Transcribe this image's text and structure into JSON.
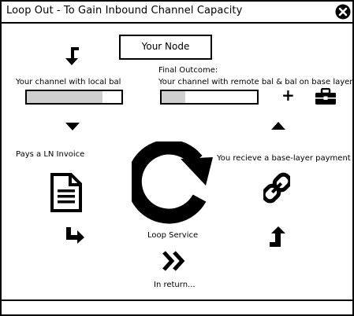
{
  "window": {
    "title": "Loop Out - To Gain Inbound Channel Capacity"
  },
  "node": {
    "label": "Your Node"
  },
  "left_channel": {
    "label": "Your channel with local bal",
    "fill_fraction": 0.8
  },
  "right_channel": {
    "outcome_label": "Final Outcome:",
    "label": "Your channel with remote bal & bal on base layer",
    "fill_fraction": 0.25,
    "plus": "+"
  },
  "steps": {
    "pays_invoice": "Pays a LN Invoice",
    "receive_payment": "You recieve a base-layer payment",
    "loop_service": "Loop Service",
    "in_return": "In return..."
  },
  "icons": {
    "close": "close-icon",
    "down_turn_arrow": "down-turn-arrow-icon",
    "down_triangle": "caret-down-icon",
    "up_triangle": "caret-up-icon",
    "document": "document-icon",
    "link": "link-icon",
    "refresh": "refresh-icon",
    "right_turn_arrow": "right-turn-arrow-icon",
    "up_turn_arrow": "up-turn-arrow-icon",
    "double_chevron": "double-chevron-right-icon",
    "briefcase": "briefcase-icon"
  }
}
